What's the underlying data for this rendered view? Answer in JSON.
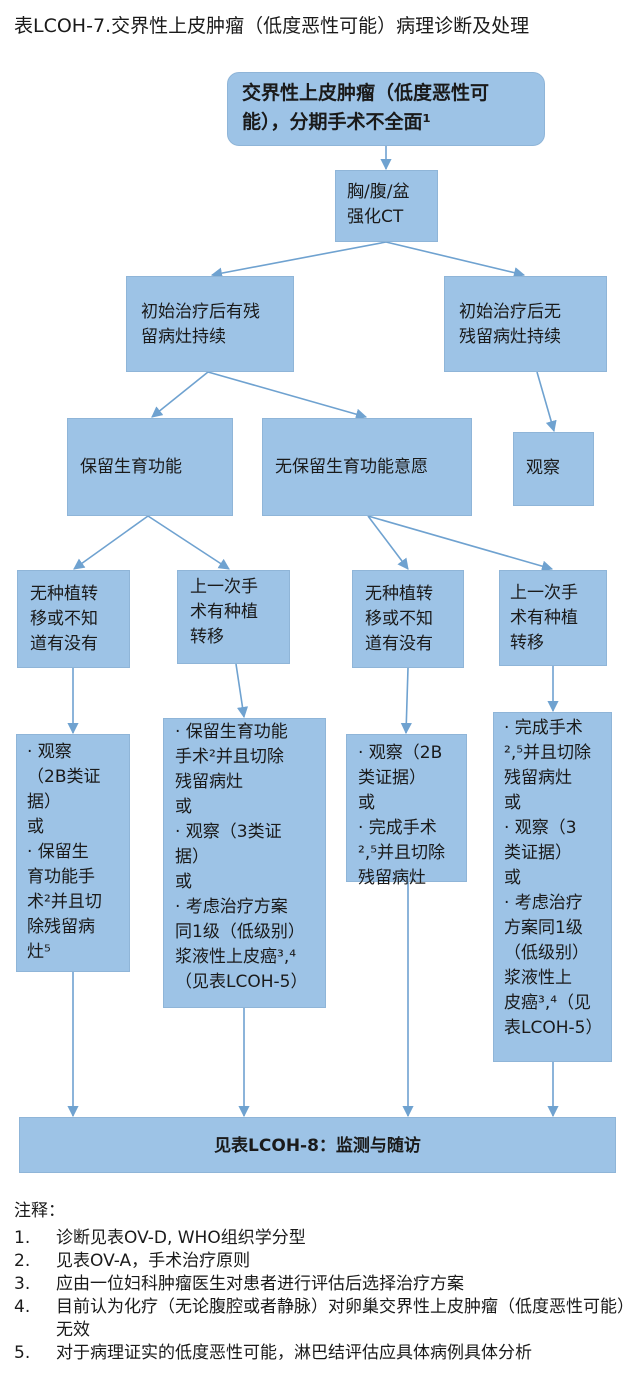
{
  "title": "表LCOH-7.交界性上皮肿瘤（低度恶性可能）病理诊断及处理",
  "nodes": {
    "start": "交界性上皮肿瘤（低度恶性可能），分期手术不全面¹",
    "ct": "胸/腹/盆\n强化CT",
    "residual": "初始治疗后有残\n留病灶持续",
    "no_residual": "初始治疗后无\n残留病灶持续",
    "fertility": "保留生育功能",
    "no_fertility": "无保留生育功能意愿",
    "observe_top": "观察",
    "f_no_implant": "无种植转\n移或不知\n道有没有",
    "f_implant": "上一次手\n术有种植\n转移",
    "nf_no_implant": "无种植转\n移或不知\n道有没有",
    "nf_implant": "上一次手\n术有种植\n转移",
    "f_no_implant_tx": "· 观察\n（2B类证\n据）\n或\n· 保留生\n育功能手\n术²并且切\n除残留病\n灶⁵",
    "f_implant_tx": "· 保留生育功能\n手术²并且切除\n残留病灶\n或\n· 观察（3类证\n据）\n或\n· 考虑治疗方案\n同1级（低级别）\n浆液性上皮癌³,⁴\n（见表LCOH-5）",
    "nf_no_implant_tx": "· 观察（2B\n类证据）\n或\n· 完成手术\n²,⁵并且切除\n残留病灶",
    "nf_implant_tx": "· 完成手术\n²,⁵并且切除\n残留病灶\n或\n· 观察（3\n类证据）\n或\n· 考虑治疗\n方案同1级\n（低级别）\n浆液性上\n皮癌³,⁴（见\n表LCOH-5）",
    "followup": "见表LCOH-8：监测与随访"
  },
  "notes": {
    "heading": "注释：",
    "items": [
      {
        "num": "1.",
        "text": "诊断见表OV-D, WHO组织学分型"
      },
      {
        "num": "2.",
        "text": "见表OV-A，手术治疗原则"
      },
      {
        "num": "3.",
        "text": "应由一位妇科肿瘤医生对患者进行评估后选择治疗方案"
      },
      {
        "num": "4.",
        "text": "目前认为化疗（无论腹腔或者静脉）对卵巢交界性上皮肿瘤（低度恶性可能）无效"
      },
      {
        "num": "5.",
        "text": "对于病理证实的低度恶性可能，淋巴结评估应具体病例具体分析"
      }
    ]
  },
  "colors": {
    "box_fill": "#9dc3e6",
    "arrow": "#6fa2d0"
  }
}
